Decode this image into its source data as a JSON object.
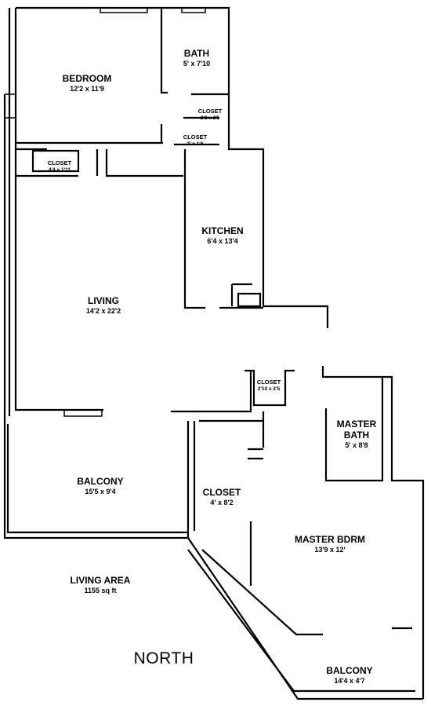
{
  "rooms": {
    "bedroom": {
      "name": "BEDROOM",
      "dim": "12'2 x 11'9"
    },
    "bath": {
      "name": "BATH",
      "dim": "5' x 7'10"
    },
    "closet_bath": {
      "name": "CLOSET",
      "dim": "2'2 x 2'5"
    },
    "closet_hall": {
      "name": "CLOSET",
      "dim": "3' x 1'6"
    },
    "closet_bedroom": {
      "name": "CLOSET",
      "dim": "4'4 x 1'11"
    },
    "kitchen": {
      "name": "KITCHEN",
      "dim": "6'4 x 13'4"
    },
    "living": {
      "name": "LIVING",
      "dim": "14'2 x 22'2"
    },
    "closet_center": {
      "name": "CLOSET",
      "dim": "2'10 x 2'5"
    },
    "master_bath": {
      "name": "MASTER\nBATH",
      "dim": "5' x 8'8"
    },
    "balcony_west": {
      "name": "BALCONY",
      "dim": "15'5 x 9'4"
    },
    "closet_master": {
      "name": "CLOSET",
      "dim": "4' x 8'2"
    },
    "master_bdrm": {
      "name": "MASTER BDRM",
      "dim": "13'9 x 12'"
    },
    "balcony_east": {
      "name": "BALCONY",
      "dim": "14'4 x 4'7"
    }
  },
  "living_area": {
    "name": "LIVING AREA",
    "value": "1155 sq ft"
  },
  "compass": {
    "label": "NORTH"
  }
}
